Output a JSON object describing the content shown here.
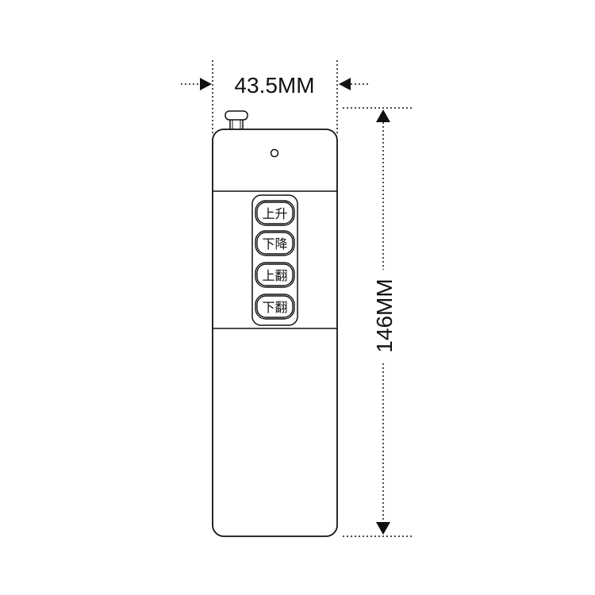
{
  "diagram": {
    "width_label": "43.5MM",
    "height_label": "146MM",
    "buttons": [
      {
        "label": "上升"
      },
      {
        "label": "下降"
      },
      {
        "label": "上翻"
      },
      {
        "label": "下翻"
      }
    ],
    "colors": {
      "line": "#111111",
      "background": "#ffffff"
    }
  }
}
